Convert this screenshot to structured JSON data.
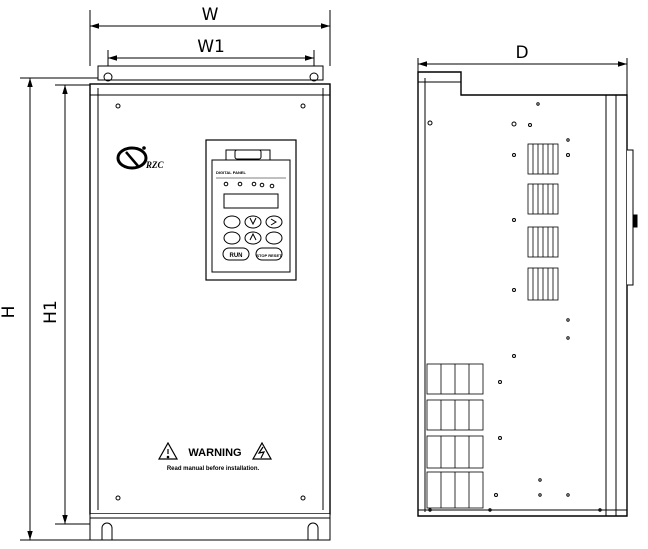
{
  "dimensions": {
    "width": "W",
    "mount_width": "W1",
    "height": "H",
    "mount_height": "H1",
    "depth": "D"
  },
  "front_view": {
    "logo_text": "RZC",
    "keypad": {
      "panel_label": "DIGITAL PANEL",
      "keys": [
        "RUN",
        "STOP RESET"
      ]
    },
    "warning": {
      "title": "WARNING",
      "subtitle": "Read manual before installation."
    }
  }
}
